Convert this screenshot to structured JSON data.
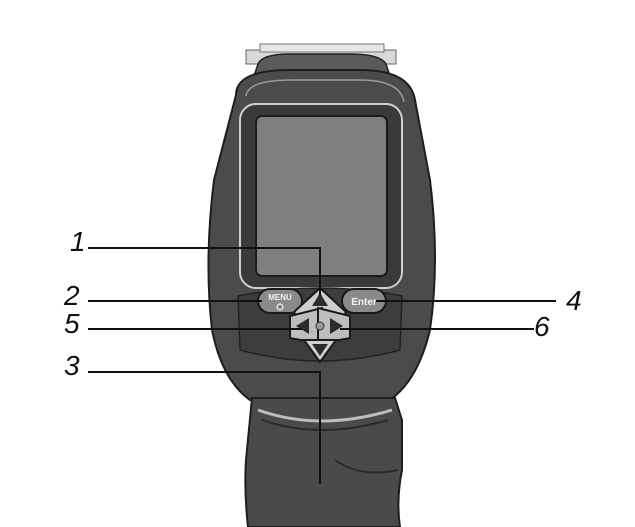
{
  "callouts": {
    "c1": "1",
    "c2": "2",
    "c3": "3",
    "c4": "4",
    "c5": "5",
    "c6": "6"
  },
  "buttons": {
    "menu_label": "MENU",
    "enter_label": "Enter"
  },
  "colors": {
    "body": "#4b4b4b",
    "body_dark": "#2e2e2e",
    "screen": "#7f7f7f",
    "button": "#8a8a8a",
    "dpad": "#bdbdbd"
  }
}
